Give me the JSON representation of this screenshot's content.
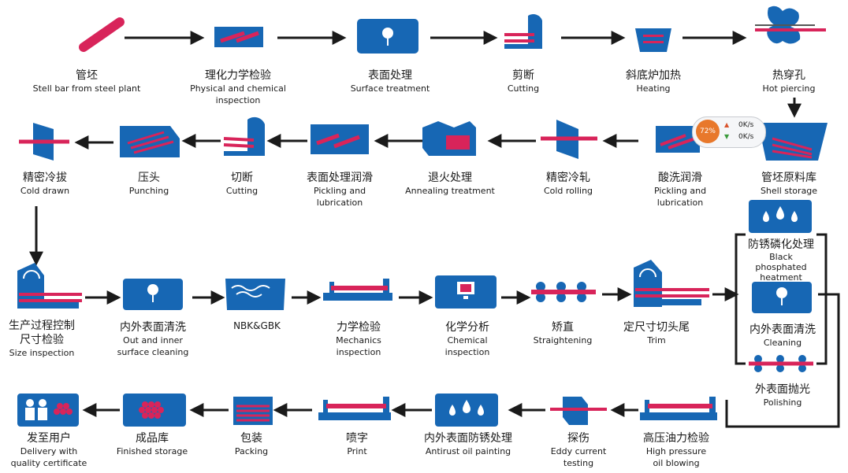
{
  "colors": {
    "blue": "#1767b4",
    "red": "#d8245a",
    "black": "#1a1a1a"
  },
  "steps": [
    {
      "id": "s1",
      "zh": "管坯",
      "en": "Stell bar from steel plant",
      "icon": "steel-bar-icon"
    },
    {
      "id": "s2",
      "zh": "理化力学检验",
      "en": "Physical and chemical\ninspection",
      "icon": "inspection-bars-icon"
    },
    {
      "id": "s3",
      "zh": "表面处理",
      "en": "Surface treatment",
      "icon": "surface-treatment-icon"
    },
    {
      "id": "s4",
      "zh": "剪断",
      "en": "Cutting",
      "icon": "shear-icon"
    },
    {
      "id": "s5",
      "zh": "斜底炉加热",
      "en": "Heating",
      "icon": "furnace-icon"
    },
    {
      "id": "s6",
      "zh": "热穿孔",
      "en": "Hot piercing",
      "icon": "piercing-mill-icon"
    },
    {
      "id": "s7",
      "zh": "管坯原料库",
      "en": "Shell storage",
      "icon": "shell-storage-icon"
    },
    {
      "id": "s8",
      "zh": "酸洗润滑",
      "en": "Pickling and\nlubrication",
      "icon": "pickling-icon"
    },
    {
      "id": "s9",
      "zh": "精密冷轧",
      "en": "Cold rolling",
      "icon": "cold-rolling-icon"
    },
    {
      "id": "s10",
      "zh": "退火处理",
      "en": "Annealing treatment",
      "icon": "annealing-icon"
    },
    {
      "id": "s11",
      "zh": "表面处理润滑",
      "en": "Pickling and\nlubrication",
      "icon": "surface-lubrication-icon"
    },
    {
      "id": "s12",
      "zh": "切断",
      "en": "Cutting",
      "icon": "cutting-icon"
    },
    {
      "id": "s13",
      "zh": "压头",
      "en": "Punching",
      "icon": "punching-icon"
    },
    {
      "id": "s14",
      "zh": "精密冷拔",
      "en": "Cold drawn",
      "icon": "cold-drawn-icon"
    },
    {
      "id": "s15",
      "zh": "生产过程控制\n尺寸检验",
      "en": "Size inspection",
      "icon": "size-inspection-icon"
    },
    {
      "id": "s16",
      "zh": "内外表面清洗",
      "en": "Out and inner\nsurface cleaning",
      "icon": "surface-cleaning-icon"
    },
    {
      "id": "s17",
      "zh": "",
      "en": "NBK&GBK",
      "icon": "nbk-gbk-tank-icon"
    },
    {
      "id": "s18",
      "zh": "力学检验",
      "en": "Mechanics\ninspection",
      "icon": "mechanics-tester-icon"
    },
    {
      "id": "s19",
      "zh": "化学分析",
      "en": "Chemical\ninspection",
      "icon": "chemical-monitor-icon"
    },
    {
      "id": "s20",
      "zh": "矫直",
      "en": "Straightening",
      "icon": "straightening-icon"
    },
    {
      "id": "s21",
      "zh": "定尺寸切头尾",
      "en": "Trim",
      "icon": "trim-icon"
    },
    {
      "id": "s22",
      "zh": "防锈磷化处理",
      "en": "Black\nphosphated\nheatment",
      "icon": "phosphating-icon"
    },
    {
      "id": "s23",
      "zh": "内外表面清洗",
      "en": "Cleaning",
      "icon": "cleaning-icon"
    },
    {
      "id": "s24",
      "zh": "外表面抛光",
      "en": "Polishing",
      "icon": "polishing-icon"
    },
    {
      "id": "s25",
      "zh": "高压油力检验",
      "en": "High pressure\noil blowing",
      "icon": "oil-blowing-icon"
    },
    {
      "id": "s26",
      "zh": "探伤",
      "en": "Eddy current\ntesting",
      "icon": "eddy-current-icon"
    },
    {
      "id": "s27",
      "zh": "内外表面防锈处理",
      "en": "Antirust oil painting",
      "icon": "antirust-drops-icon"
    },
    {
      "id": "s28",
      "zh": "喷字",
      "en": "Print",
      "icon": "print-icon"
    },
    {
      "id": "s29",
      "zh": "包装",
      "en": "Packing",
      "icon": "packing-icon"
    },
    {
      "id": "s30",
      "zh": "成品库",
      "en": "Finished storage",
      "icon": "finished-storage-icon"
    },
    {
      "id": "s31",
      "zh": "发至用户",
      "en": "Delivery with\nquality certificate",
      "icon": "delivery-users-icon"
    }
  ],
  "overlay": {
    "percent": "72%",
    "upload": "0K/s",
    "download": "0K/s"
  }
}
